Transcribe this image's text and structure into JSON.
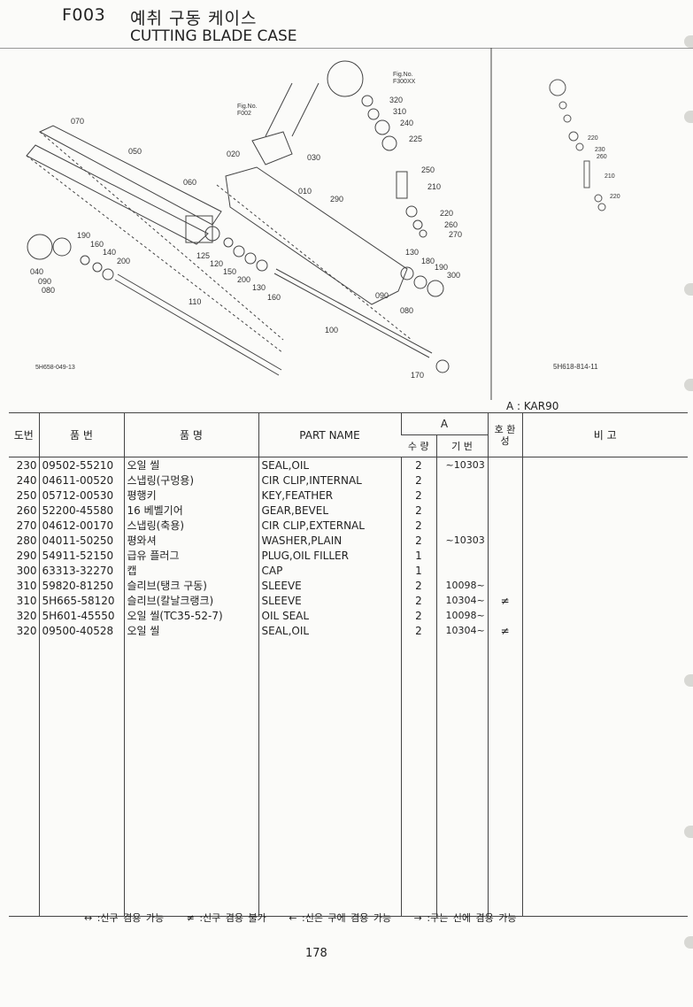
{
  "header": {
    "code": "F003",
    "title_ko": "예취 구동 케이스",
    "title_en": "CUTTING BLADE CASE"
  },
  "diagram": {
    "fig_refs": [
      "Fig.No.",
      "F300XX",
      "Fig.No.",
      "F002"
    ],
    "drawing_ids": [
      "5H658-049-13",
      "5H618-814-11"
    ],
    "callouts_main": [
      "070",
      "050",
      "060",
      "190",
      "160",
      "140",
      "200",
      "040",
      "090",
      "080",
      "110",
      "125",
      "120",
      "150",
      "200",
      "130",
      "160",
      "020",
      "030",
      "010",
      "290",
      "320",
      "310",
      "240",
      "225",
      "250",
      "210",
      "220",
      "260",
      "270",
      "130",
      "180",
      "190",
      "300",
      "090",
      "080",
      "100",
      "170"
    ],
    "callouts_side": [
      "220",
      "230",
      "260",
      "210",
      "220"
    ]
  },
  "model_label": "A : KAR90",
  "table": {
    "headers": {
      "ref": "도번",
      "part_no": "품 번",
      "part_name_ko": "품 명",
      "part_name_en": "PART NAME",
      "group_a": "A",
      "qty": "수 량",
      "serial": "기 번",
      "compat": "호 환 성",
      "remarks": "비 고"
    },
    "rows": [
      {
        "ref": "230",
        "part_no": "09502-55210",
        "name_ko": "오일 씰",
        "name_en": "SEAL,OIL",
        "qty": "2",
        "serial": "~10303",
        "compat": ""
      },
      {
        "ref": "240",
        "part_no": "04611-00520",
        "name_ko": "스냅링(구멍용)",
        "name_en": "CIR CLIP,INTERNAL",
        "qty": "2",
        "serial": "",
        "compat": ""
      },
      {
        "ref": "250",
        "part_no": "05712-00530",
        "name_ko": "평행키",
        "name_en": "KEY,FEATHER",
        "qty": "2",
        "serial": "",
        "compat": ""
      },
      {
        "ref": "260",
        "part_no": "52200-45580",
        "name_ko": "16 베벨기어",
        "name_en": "GEAR,BEVEL",
        "qty": "2",
        "serial": "",
        "compat": ""
      },
      {
        "ref": "270",
        "part_no": "04612-00170",
        "name_ko": "스냅링(축용)",
        "name_en": "CIR CLIP,EXTERNAL",
        "qty": "2",
        "serial": "",
        "compat": ""
      },
      {
        "ref": "280",
        "part_no": "04011-50250",
        "name_ko": "평와셔",
        "name_en": "WASHER,PLAIN",
        "qty": "2",
        "serial": "~10303",
        "compat": ""
      },
      {
        "ref": "290",
        "part_no": "54911-52150",
        "name_ko": "급유 플러그",
        "name_en": "PLUG,OIL FILLER",
        "qty": "1",
        "serial": "",
        "compat": ""
      },
      {
        "ref": "300",
        "part_no": "63313-32270",
        "name_ko": "캡",
        "name_en": "CAP",
        "qty": "1",
        "serial": "",
        "compat": ""
      },
      {
        "ref": "310",
        "part_no": "59820-81250",
        "name_ko": "슬리브(탱크 구동)",
        "name_en": "SLEEVE",
        "qty": "2",
        "serial": "10098~",
        "compat": ""
      },
      {
        "ref": "310",
        "part_no": "5H665-58120",
        "name_ko": "슬리브(칼날크랭크)",
        "name_en": "SLEEVE",
        "qty": "2",
        "serial": "10304~",
        "compat": "≠"
      },
      {
        "ref": "320",
        "part_no": "5H601-45550",
        "name_ko": "오일 씰(TC35-52-7)",
        "name_en": "OIL SEAL",
        "qty": "2",
        "serial": "10098~",
        "compat": ""
      },
      {
        "ref": "320",
        "part_no": "09500-40528",
        "name_ko": "오일 씰",
        "name_en": "SEAL,OIL",
        "qty": "2",
        "serial": "10304~",
        "compat": "≠"
      }
    ]
  },
  "legend": [
    "↔ :신구 겸용 가능",
    "≠ :신구 겸용 불가",
    "← :신은 구에 겸용 가능",
    "→ :구는 신에 겸용 가능"
  ],
  "page_number": "178"
}
